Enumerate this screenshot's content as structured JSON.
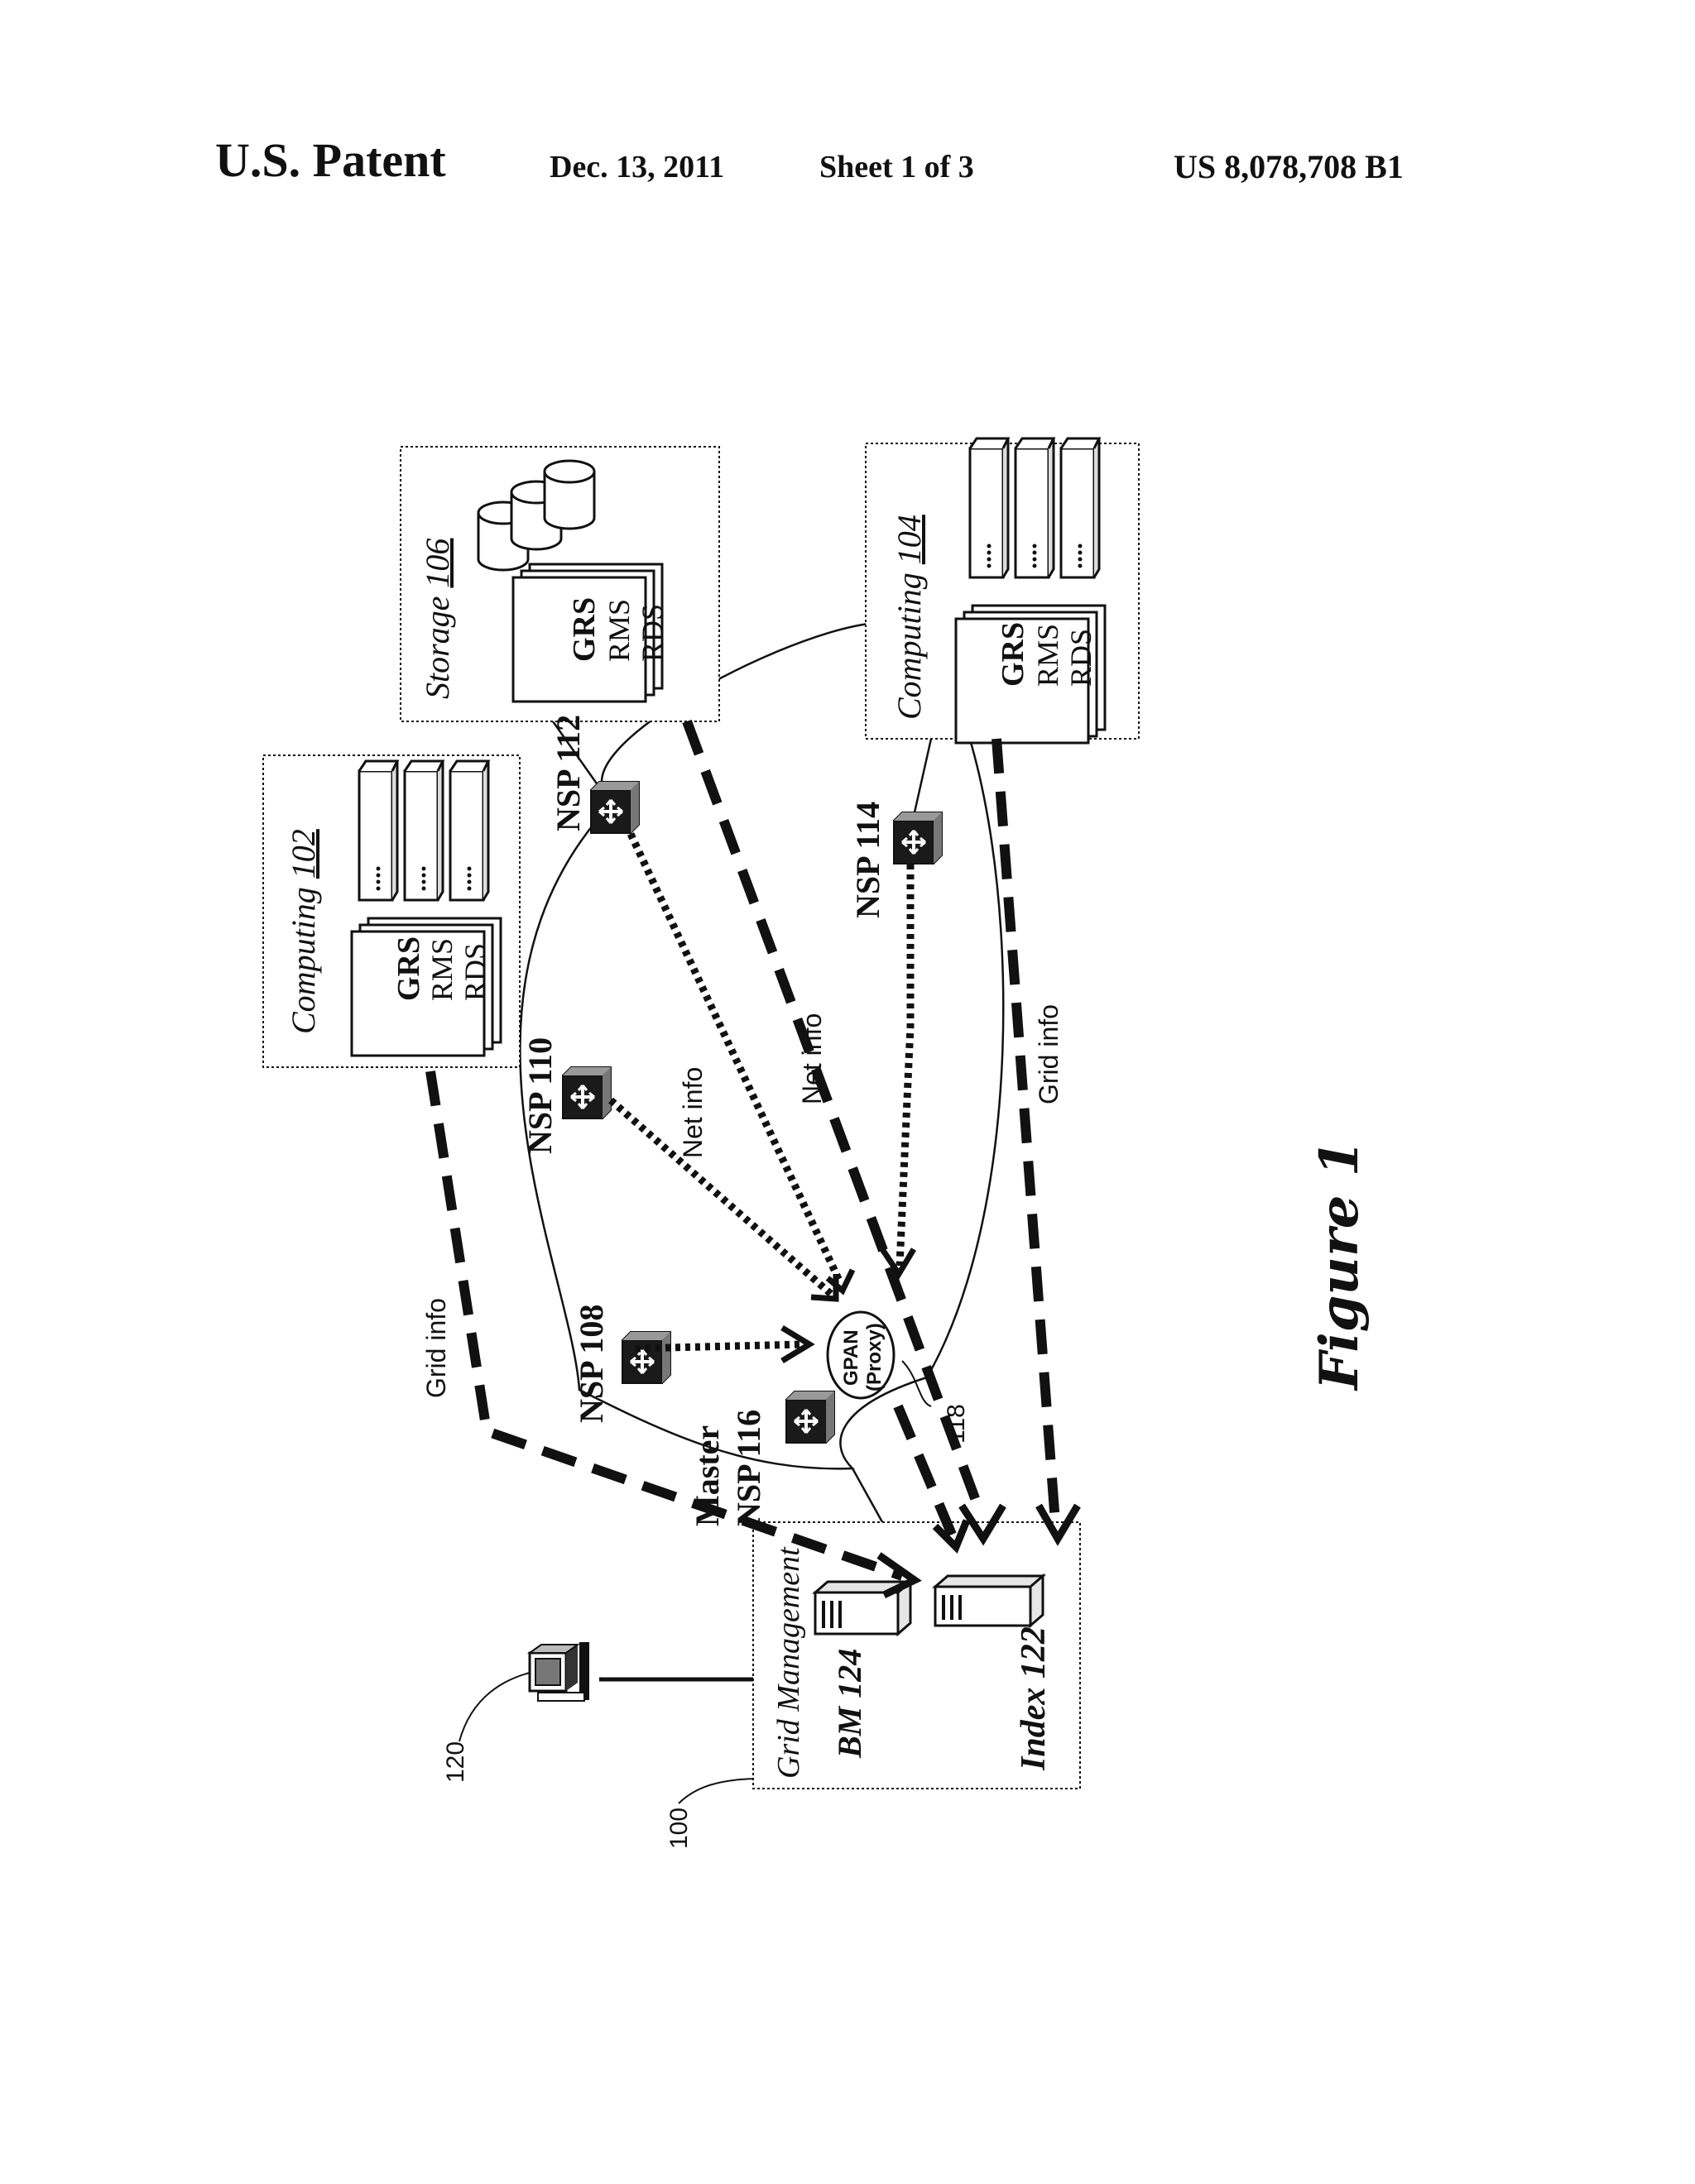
{
  "header": {
    "title": "U.S. Patent",
    "date": "Dec. 13, 2011",
    "sheet": "Sheet 1 of 3",
    "patent_number": "US 8,078,708 B1"
  },
  "figure_label": "Figure 1",
  "boxes": {
    "storage": "Storage 106",
    "storage_title": "Storage ",
    "storage_ref": "106",
    "computing104_title": "Computing ",
    "computing104_ref": "104",
    "computing102_title": "Computing ",
    "computing102_ref": "102",
    "grid_management": "Grid Management"
  },
  "stack_labels": [
    "GRS",
    "RMS",
    "RDS"
  ],
  "nsp": {
    "n112": "NSP 112",
    "n114": "NSP 114",
    "n110": "NSP 110",
    "n108": "NSP 108",
    "master_line1": "Master",
    "master_line2": "NSP 116"
  },
  "proxy": {
    "line1": "GPAN",
    "line2": "(Proxy)",
    "ref": "118"
  },
  "servers": {
    "bm": "BM 124",
    "index": "Index 122"
  },
  "arrow_labels": {
    "net_info_1": "Net info",
    "net_info_2": "Net info",
    "grid_info_1": "Grid info",
    "grid_info_2": "Grid info"
  },
  "refs": {
    "r120": "120",
    "r100": "100"
  }
}
